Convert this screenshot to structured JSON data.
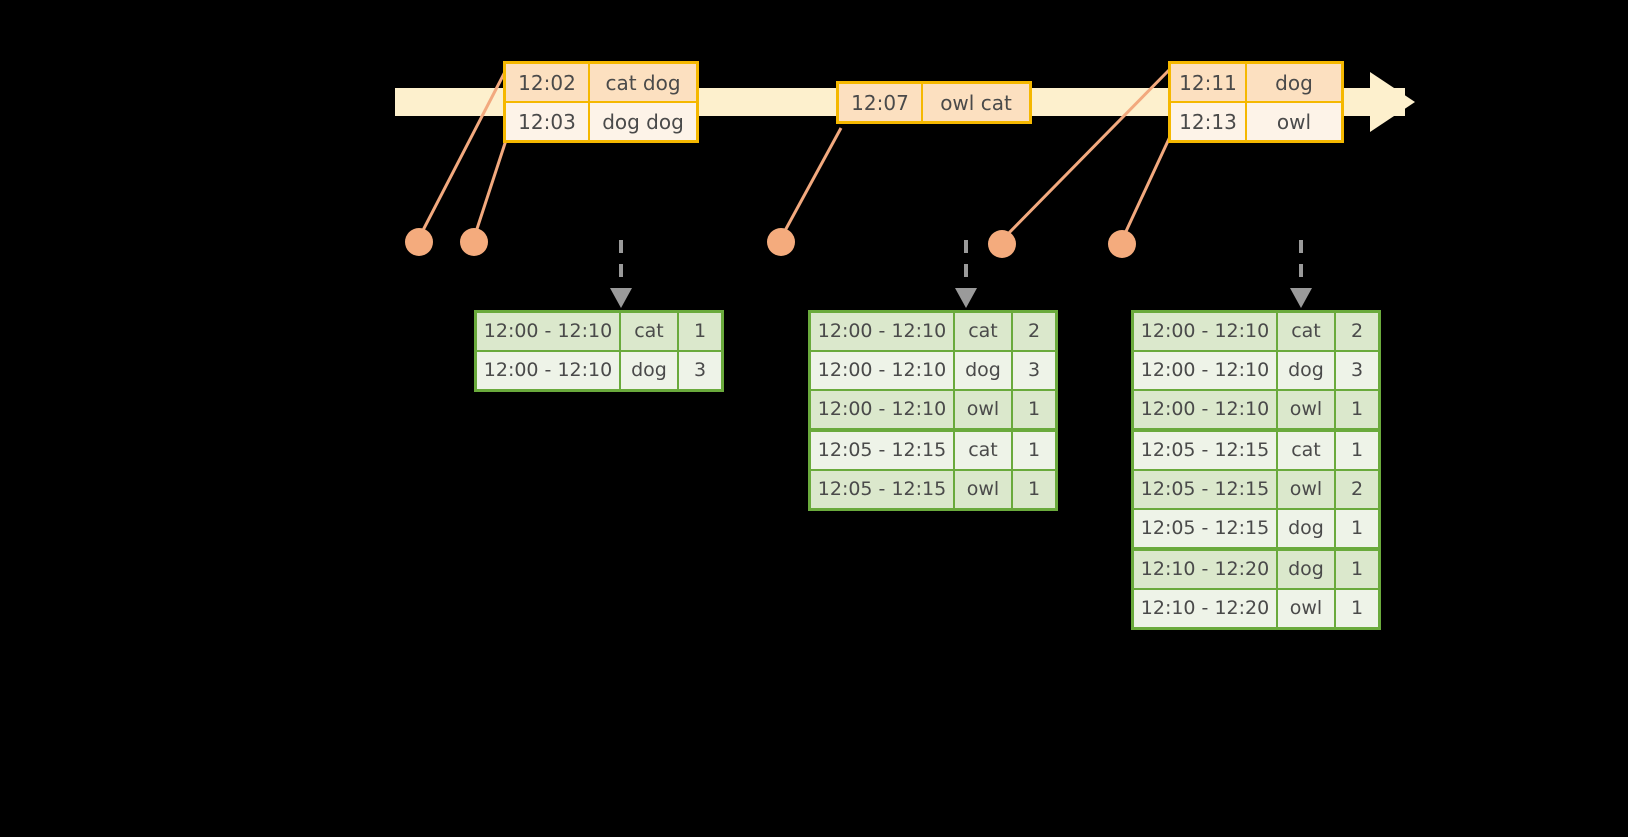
{
  "timeline": {
    "events": [
      {
        "id": "event-group-1",
        "rows": [
          {
            "time": "12:02",
            "words": "cat dog"
          },
          {
            "time": "12:03",
            "words": "dog dog"
          }
        ]
      },
      {
        "id": "event-group-2",
        "rows": [
          {
            "time": "12:07",
            "words": "owl cat"
          }
        ]
      },
      {
        "id": "event-group-3",
        "rows": [
          {
            "time": "12:11",
            "words": "dog"
          },
          {
            "time": "12:13",
            "words": "owl"
          }
        ]
      }
    ]
  },
  "results": {
    "table1": {
      "rows": [
        {
          "window": "12:00 - 12:10",
          "word": "cat",
          "count": "1"
        },
        {
          "window": "12:00 - 12:10",
          "word": "dog",
          "count": "3"
        }
      ]
    },
    "table2": {
      "rows": [
        {
          "window": "12:00 - 12:10",
          "word": "cat",
          "count": "2"
        },
        {
          "window": "12:00 - 12:10",
          "word": "dog",
          "count": "3"
        },
        {
          "window": "12:00 - 12:10",
          "word": "owl",
          "count": "1"
        },
        {
          "window": "12:05 - 12:15",
          "word": "cat",
          "count": "1"
        },
        {
          "window": "12:05 - 12:15",
          "word": "owl",
          "count": "1"
        }
      ]
    },
    "table3": {
      "rows": [
        {
          "window": "12:00 - 12:10",
          "word": "cat",
          "count": "2"
        },
        {
          "window": "12:00 - 12:10",
          "word": "dog",
          "count": "3"
        },
        {
          "window": "12:00 - 12:10",
          "word": "owl",
          "count": "1"
        },
        {
          "window": "12:05 - 12:15",
          "word": "cat",
          "count": "1"
        },
        {
          "window": "12:05 - 12:15",
          "word": "owl",
          "count": "2"
        },
        {
          "window": "12:05 - 12:15",
          "word": "dog",
          "count": "1"
        },
        {
          "window": "12:10 - 12:20",
          "word": "dog",
          "count": "1"
        },
        {
          "window": "12:10 - 12:20",
          "word": "owl",
          "count": "1"
        }
      ]
    }
  },
  "colors": {
    "background": "#000000",
    "timeline_fill": "#fdf0cd",
    "event_border": "#f5b800",
    "event_fill_dark": "#fce0c0",
    "event_fill_light": "#fdf3e8",
    "table_border": "#6aaa3c",
    "table_fill_dark": "#dbe8cc",
    "table_fill_light": "#eef3e8",
    "connector": "#f2a97e",
    "arrow": "#9a9a9a"
  }
}
